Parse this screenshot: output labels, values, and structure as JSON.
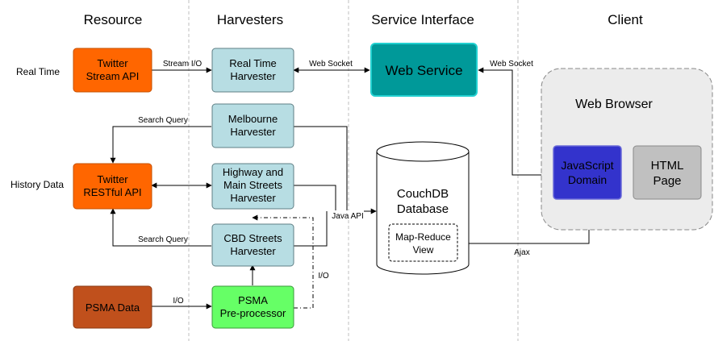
{
  "columns": {
    "resource": "Resource",
    "harvesters": "Harvesters",
    "service_interface": "Service Interface",
    "client": "Client"
  },
  "rows": {
    "real_time": "Real Time",
    "history_data": "History Data"
  },
  "nodes": {
    "twitter_stream": {
      "line1": "Twitter",
      "line2": "Stream API"
    },
    "twitter_rest": {
      "line1": "Twitter",
      "line2": "RESTful API"
    },
    "psma_data": {
      "line1": "PSMA Data"
    },
    "realtime_harvester": {
      "line1": "Real Time",
      "line2": "Harvester"
    },
    "melbourne_harvester": {
      "line1": "Melbourne",
      "line2": "Harvester"
    },
    "highway_harvester": {
      "line1": "Highway and",
      "line2": "Main Streets",
      "line3": "Harvester"
    },
    "cbd_harvester": {
      "line1": "CBD Streets",
      "line2": "Harvester"
    },
    "psma_preprocessor": {
      "line1": "PSMA",
      "line2": "Pre-processor"
    },
    "web_service": {
      "line1": "Web Service"
    },
    "couchdb": {
      "line1": "CouchDB",
      "line2": "Database"
    },
    "map_reduce": {
      "line1": "Map-Reduce",
      "line2": "View"
    },
    "web_browser": {
      "line1": "Web Browser"
    },
    "javascript_domain": {
      "line1": "JavaScript",
      "line2": "Domain"
    },
    "html_page": {
      "line1": "HTML",
      "line2": "Page"
    }
  },
  "edge_labels": {
    "stream_io": "Stream I/O",
    "web_socket_left": "Web Socket",
    "web_socket_right": "Web Socket",
    "search_query_top": "Search Query",
    "search_query_bottom": "Search Query",
    "java_api": "Java API",
    "io_psma": "I/O",
    "io_dashed": "I/O",
    "ajax": "Ajax"
  },
  "colors": {
    "orange": "#ff6600",
    "orange_stroke": "#c65000",
    "brown": "#c0501c",
    "light_blue": "#b7dde3",
    "teal": "#009999",
    "green": "#66ff66",
    "blue": "#3333cc",
    "gray_box": "#c0c0c0",
    "browser_bg": "#ececec",
    "divider": "#bfbfbf"
  }
}
